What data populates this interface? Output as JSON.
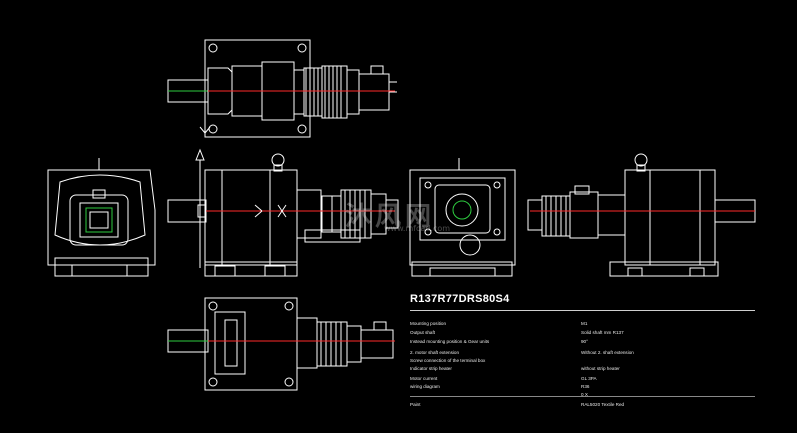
{
  "drawing": {
    "title": "R137R77DRS80S4",
    "left_specs": [
      "Mounting position",
      "Output shaft",
      "Instead mounting position & Gear units",
      "2. motor shaft extension",
      "Screw connection of the terminal box",
      "Indicator strip heater",
      "Motor current",
      "wiring diagram",
      "Paint"
    ],
    "right_specs": [
      "M1",
      "Solid shaft mm R137",
      "90°",
      "Without 2. shaft extension",
      "without strip heater",
      "GL 3PA",
      "R36",
      "0 X",
      "RAL5020 Textile Red"
    ],
    "watermark": "沐风网",
    "watermark_sub": "www.mfcad.com"
  },
  "colors": {
    "line": "#ffffff",
    "accent_red": "#ff2a2a",
    "accent_green": "#2ecc40",
    "background": "#000000"
  }
}
